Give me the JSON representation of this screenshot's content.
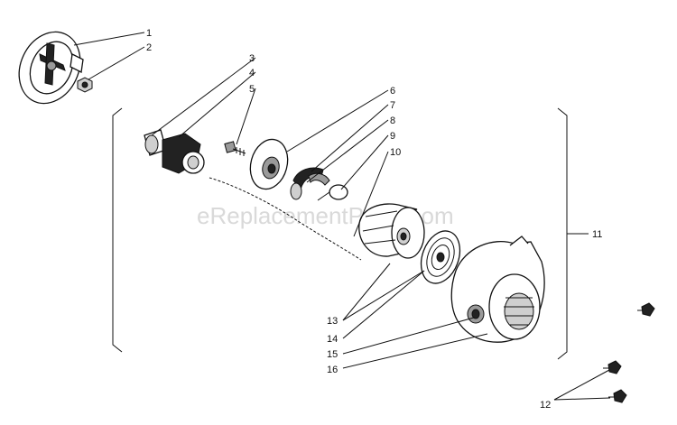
{
  "watermark": "eReplacementParts.com",
  "callouts": {
    "n1": "1",
    "n2": "2",
    "n3": "3",
    "n4": "4",
    "n5": "5",
    "n6": "6",
    "n7": "7",
    "n8": "8",
    "n9": "9",
    "n10": "10",
    "n11": "11",
    "n12": "12",
    "n13": "13",
    "n14": "14",
    "n15": "15",
    "n16": "16"
  }
}
